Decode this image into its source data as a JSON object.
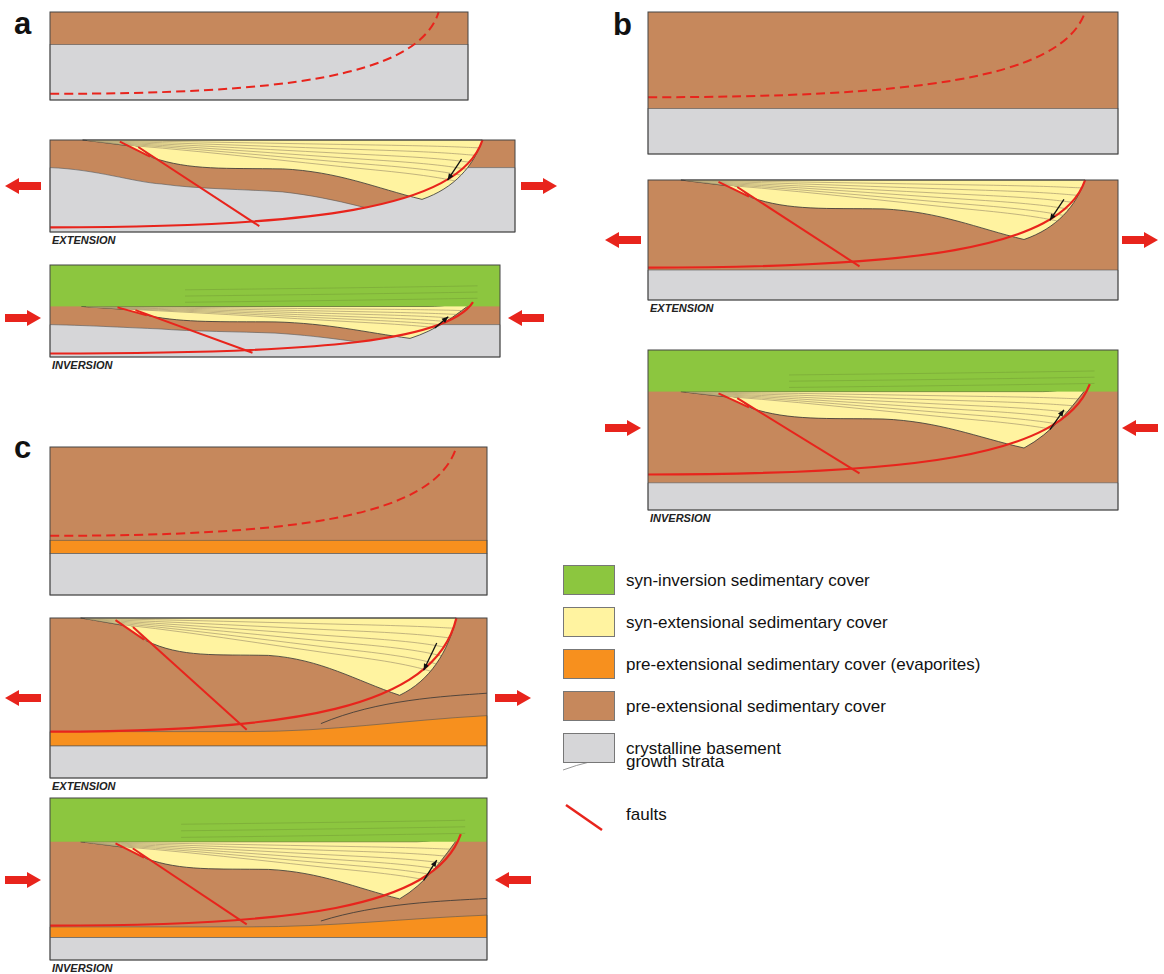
{
  "diagram": {
    "labels": [
      "a",
      "EXTENSION",
      "INVERSION",
      "b",
      "EXTENSION",
      "INVERSION",
      "c",
      "EXTENSION",
      "INVERSION"
    ],
    "legend": [
      {
        "text": "syn-inversion sedimentary cover",
        "color": "#8cc63f"
      },
      {
        "text": "syn-extensional sedimentary cover",
        "color": "#fff3a0"
      },
      {
        "text": "pre-extensional sedimentary cover (evaporites)",
        "color": "#f7901e"
      },
      {
        "text": "pre-extensional sedimentary cover",
        "color": "#c6885c"
      },
      {
        "text": "crystalline basement",
        "color": "#d6d6d8"
      },
      {
        "text": "growth strata"
      },
      {
        "text": "faults"
      }
    ]
  }
}
